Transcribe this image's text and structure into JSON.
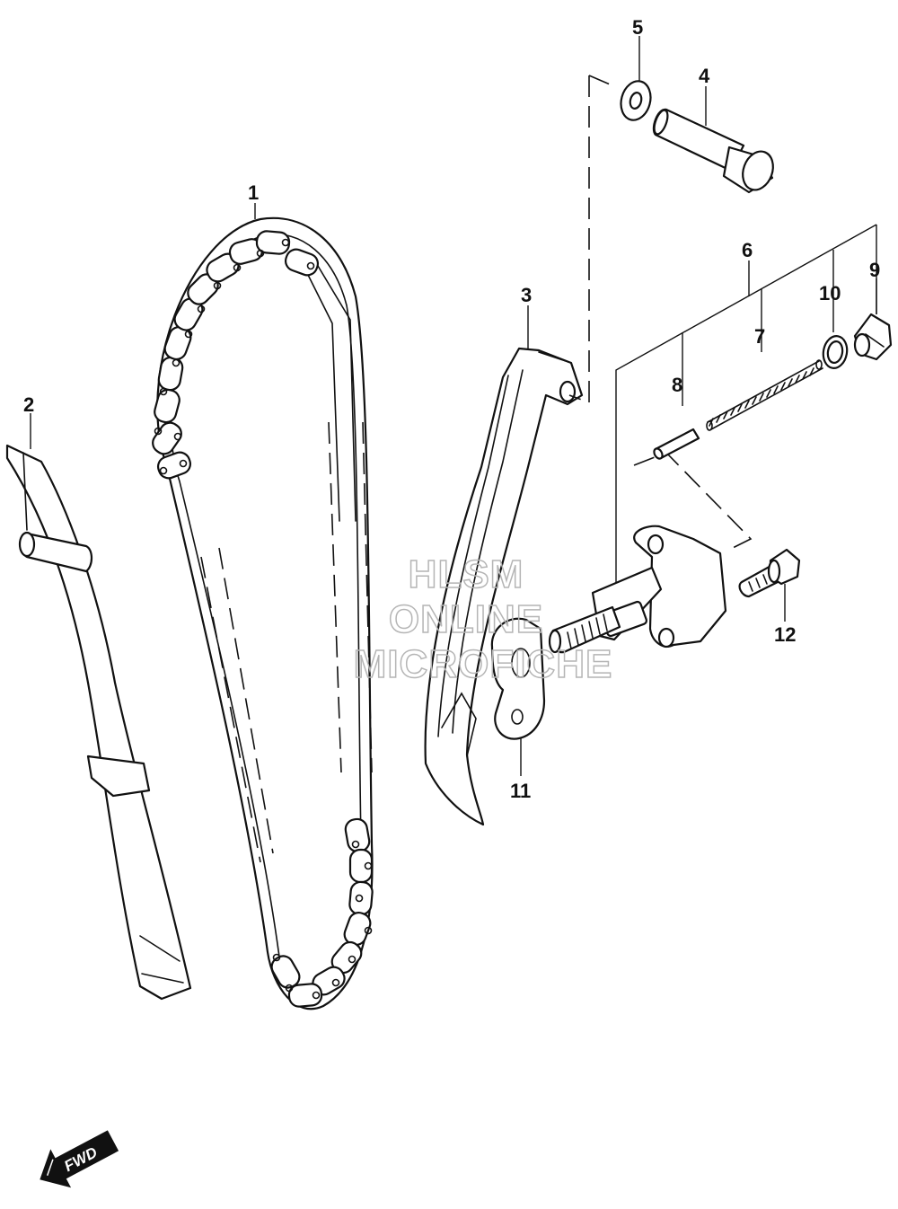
{
  "callouts": [
    "1",
    "2",
    "3",
    "4",
    "5",
    "6",
    "7",
    "8",
    "9",
    "10",
    "11",
    "12"
  ],
  "watermark": {
    "line1": "HLSM",
    "line2": "ONLINE",
    "line3": "MICROFICHE"
  },
  "direction_arrow": {
    "label": "FWD",
    "icon": "forward-arrow-icon"
  },
  "colors": {
    "line": "#111111",
    "watermark": "#b5b5b5",
    "background": "#ffffff"
  }
}
